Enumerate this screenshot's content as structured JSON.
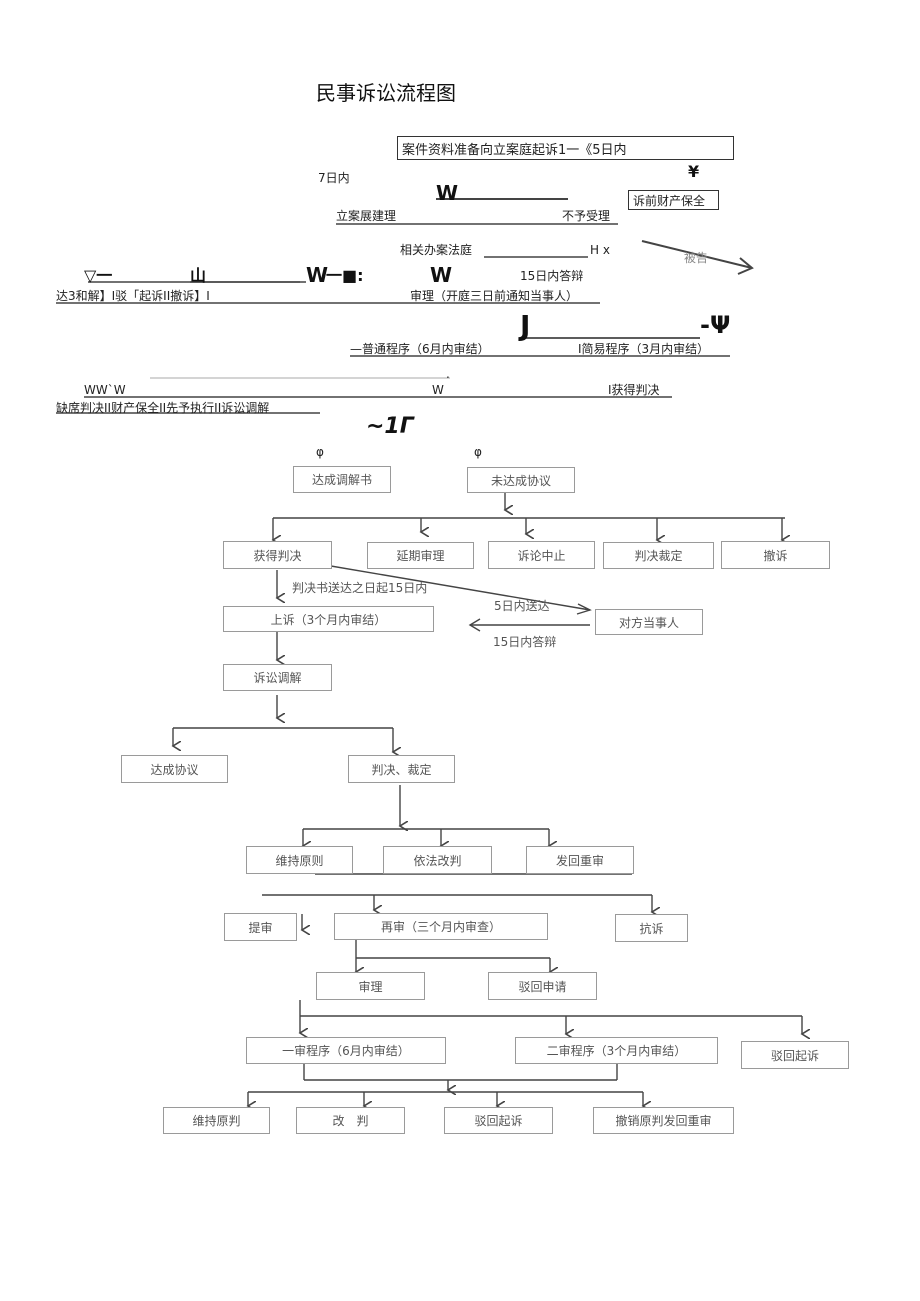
{
  "title": "民事诉讼流程图",
  "top": {
    "prep_box": "案件资料准备向立案庭起诉1一《5日内",
    "mark_v": "¥",
    "days7": "7日内",
    "mark_w1": "W",
    "filing_review": "立案展建理",
    "not_accepted": "不予受理",
    "pre_suit_preservation": "诉前财产保全",
    "court_assignment": "相关办案法庭",
    "hx": "H x",
    "defendant": "被告",
    "triangle_mark": "▽一",
    "shan_mark": "山",
    "mark_w2": "W",
    "mark_sq": "一■:",
    "mark_w3": "W",
    "defense_15": "15日内答辩",
    "settle_line": "达3和解】I驳「起诉II撤诉】I",
    "trial_notice": "审理（开庭三日前通知当事人）",
    "mark_j": "J",
    "mark_psi": "-Ψ",
    "ordinary": "—普通程序（6月内审结）",
    "simple": "I简易程序（3月内审结）",
    "dot": ".",
    "mark_ww": "WW`W",
    "mark_w4": "W",
    "get_judgment": "I获得判决",
    "absence_line": "缺席判决II财产保全II先予执行II诉讼调解",
    "mark_tilde": "~1Γ",
    "phi1": "φ",
    "phi2": "φ"
  },
  "flow": {
    "mediation_doc": "达成调解书",
    "no_agreement": "未达成协议",
    "get_judgment": "获得判决",
    "postpone": "延期审理",
    "suspend": "诉论中止",
    "ruling": "判决裁定",
    "withdraw": "撤诉",
    "appeal_note": "判决书送达之日起15日内",
    "deliver5": "5日内送达",
    "appeal": "上诉（3个月内审结）",
    "opponent": "对方当事人",
    "answer15": "15日内答辩",
    "litigation_mediation": "诉讼调解",
    "agreement": "达成协议",
    "judgment_ruling": "判决、裁定",
    "uphold": "维持原则",
    "amend": "依法改判",
    "remand": "发回重审",
    "petition": "提审",
    "retrial": "再审（三个月内审查）",
    "protest": "抗诉",
    "trial": "审理",
    "reject_app": "驳回申请",
    "first_instance": "一审程序（6月内审结）",
    "second_instance": "二审程序（3个月内审结）",
    "reject_suit1": "驳回起诉",
    "uphold2": "维持原判",
    "amend2": "改　判",
    "reject_suit2": "驳回起诉",
    "revoke_remand": "撤销原判发回重审"
  }
}
